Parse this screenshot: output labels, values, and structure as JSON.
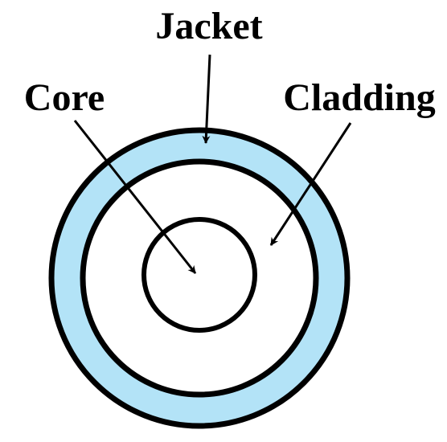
{
  "labels": {
    "jacket": "Jacket",
    "core": "Core",
    "cladding": "Cladding"
  },
  "colors": {
    "jacket_fill": "#b3e3f7",
    "cladding_fill": "#ffffff",
    "core_fill": "#ffffff",
    "stroke": "#000000"
  }
}
